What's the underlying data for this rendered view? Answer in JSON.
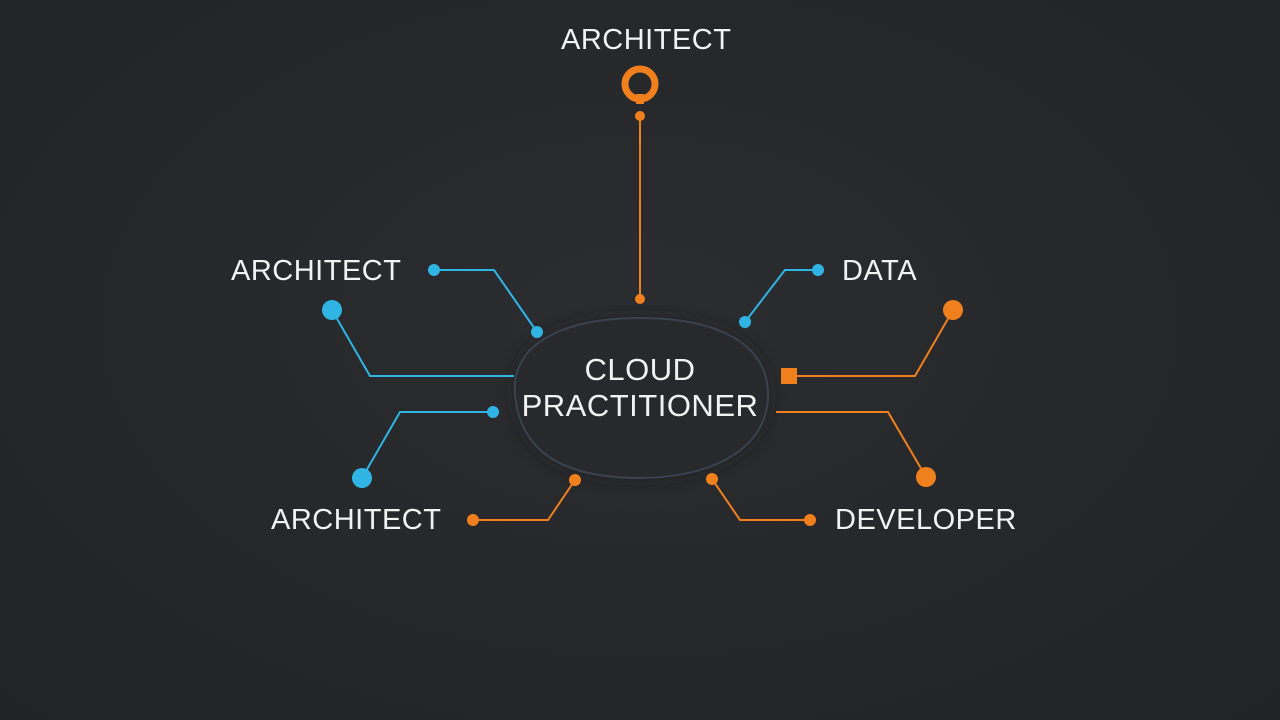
{
  "colors": {
    "background": "#252729",
    "orange": "#f07f1e",
    "blue": "#2fb4e4",
    "text": "#f2f2f2",
    "hub_stroke": "#3a4250"
  },
  "center": {
    "line1": "CLOUD",
    "line2": "PRACTITIONER"
  },
  "nodes": {
    "top": {
      "label": "ARCHITECT",
      "color": "orange",
      "icon": "ring-icon"
    },
    "upper_left": {
      "label": "ARCHITECT",
      "color": "blue"
    },
    "upper_right": {
      "label": "DATA",
      "color": "blue"
    },
    "lower_left": {
      "label": "ARCHITECT",
      "color": "orange"
    },
    "lower_right": {
      "label": "DEVELOPER",
      "color": "orange"
    }
  }
}
